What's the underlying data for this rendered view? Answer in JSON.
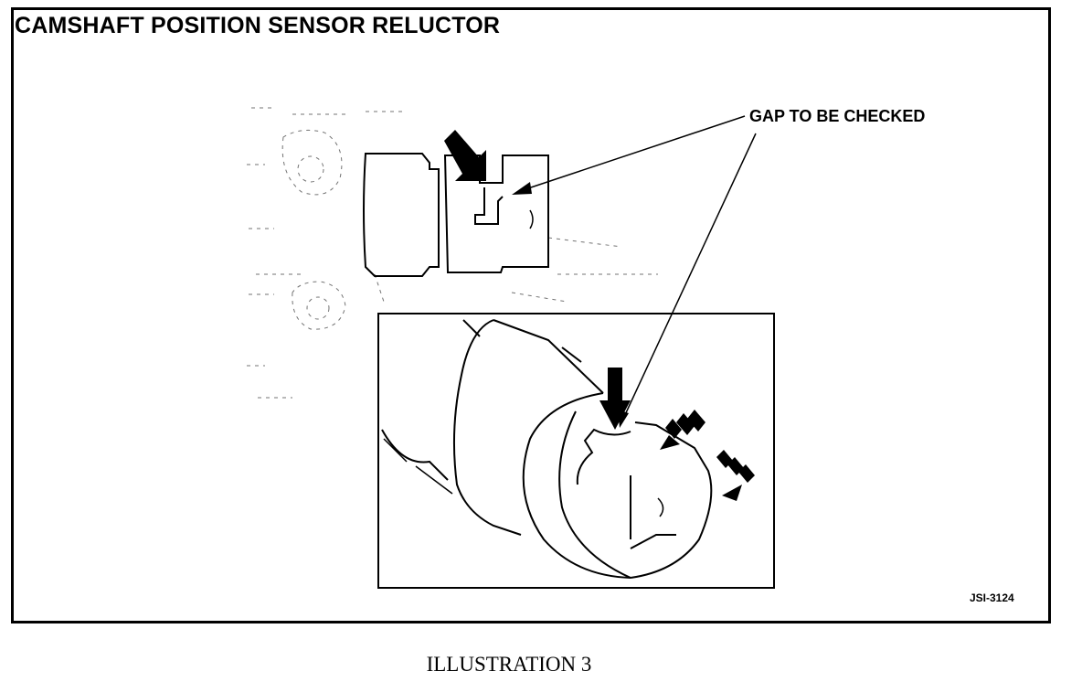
{
  "diagram": {
    "title": "CAMSHAFT POSITION SENSOR RELUCTOR",
    "callout": "GAP TO BE CHECKED",
    "figure_id": "JSI-3124"
  },
  "caption": "ILLUSTRATION 3",
  "colors": {
    "ink": "#000000",
    "paper": "#ffffff"
  }
}
